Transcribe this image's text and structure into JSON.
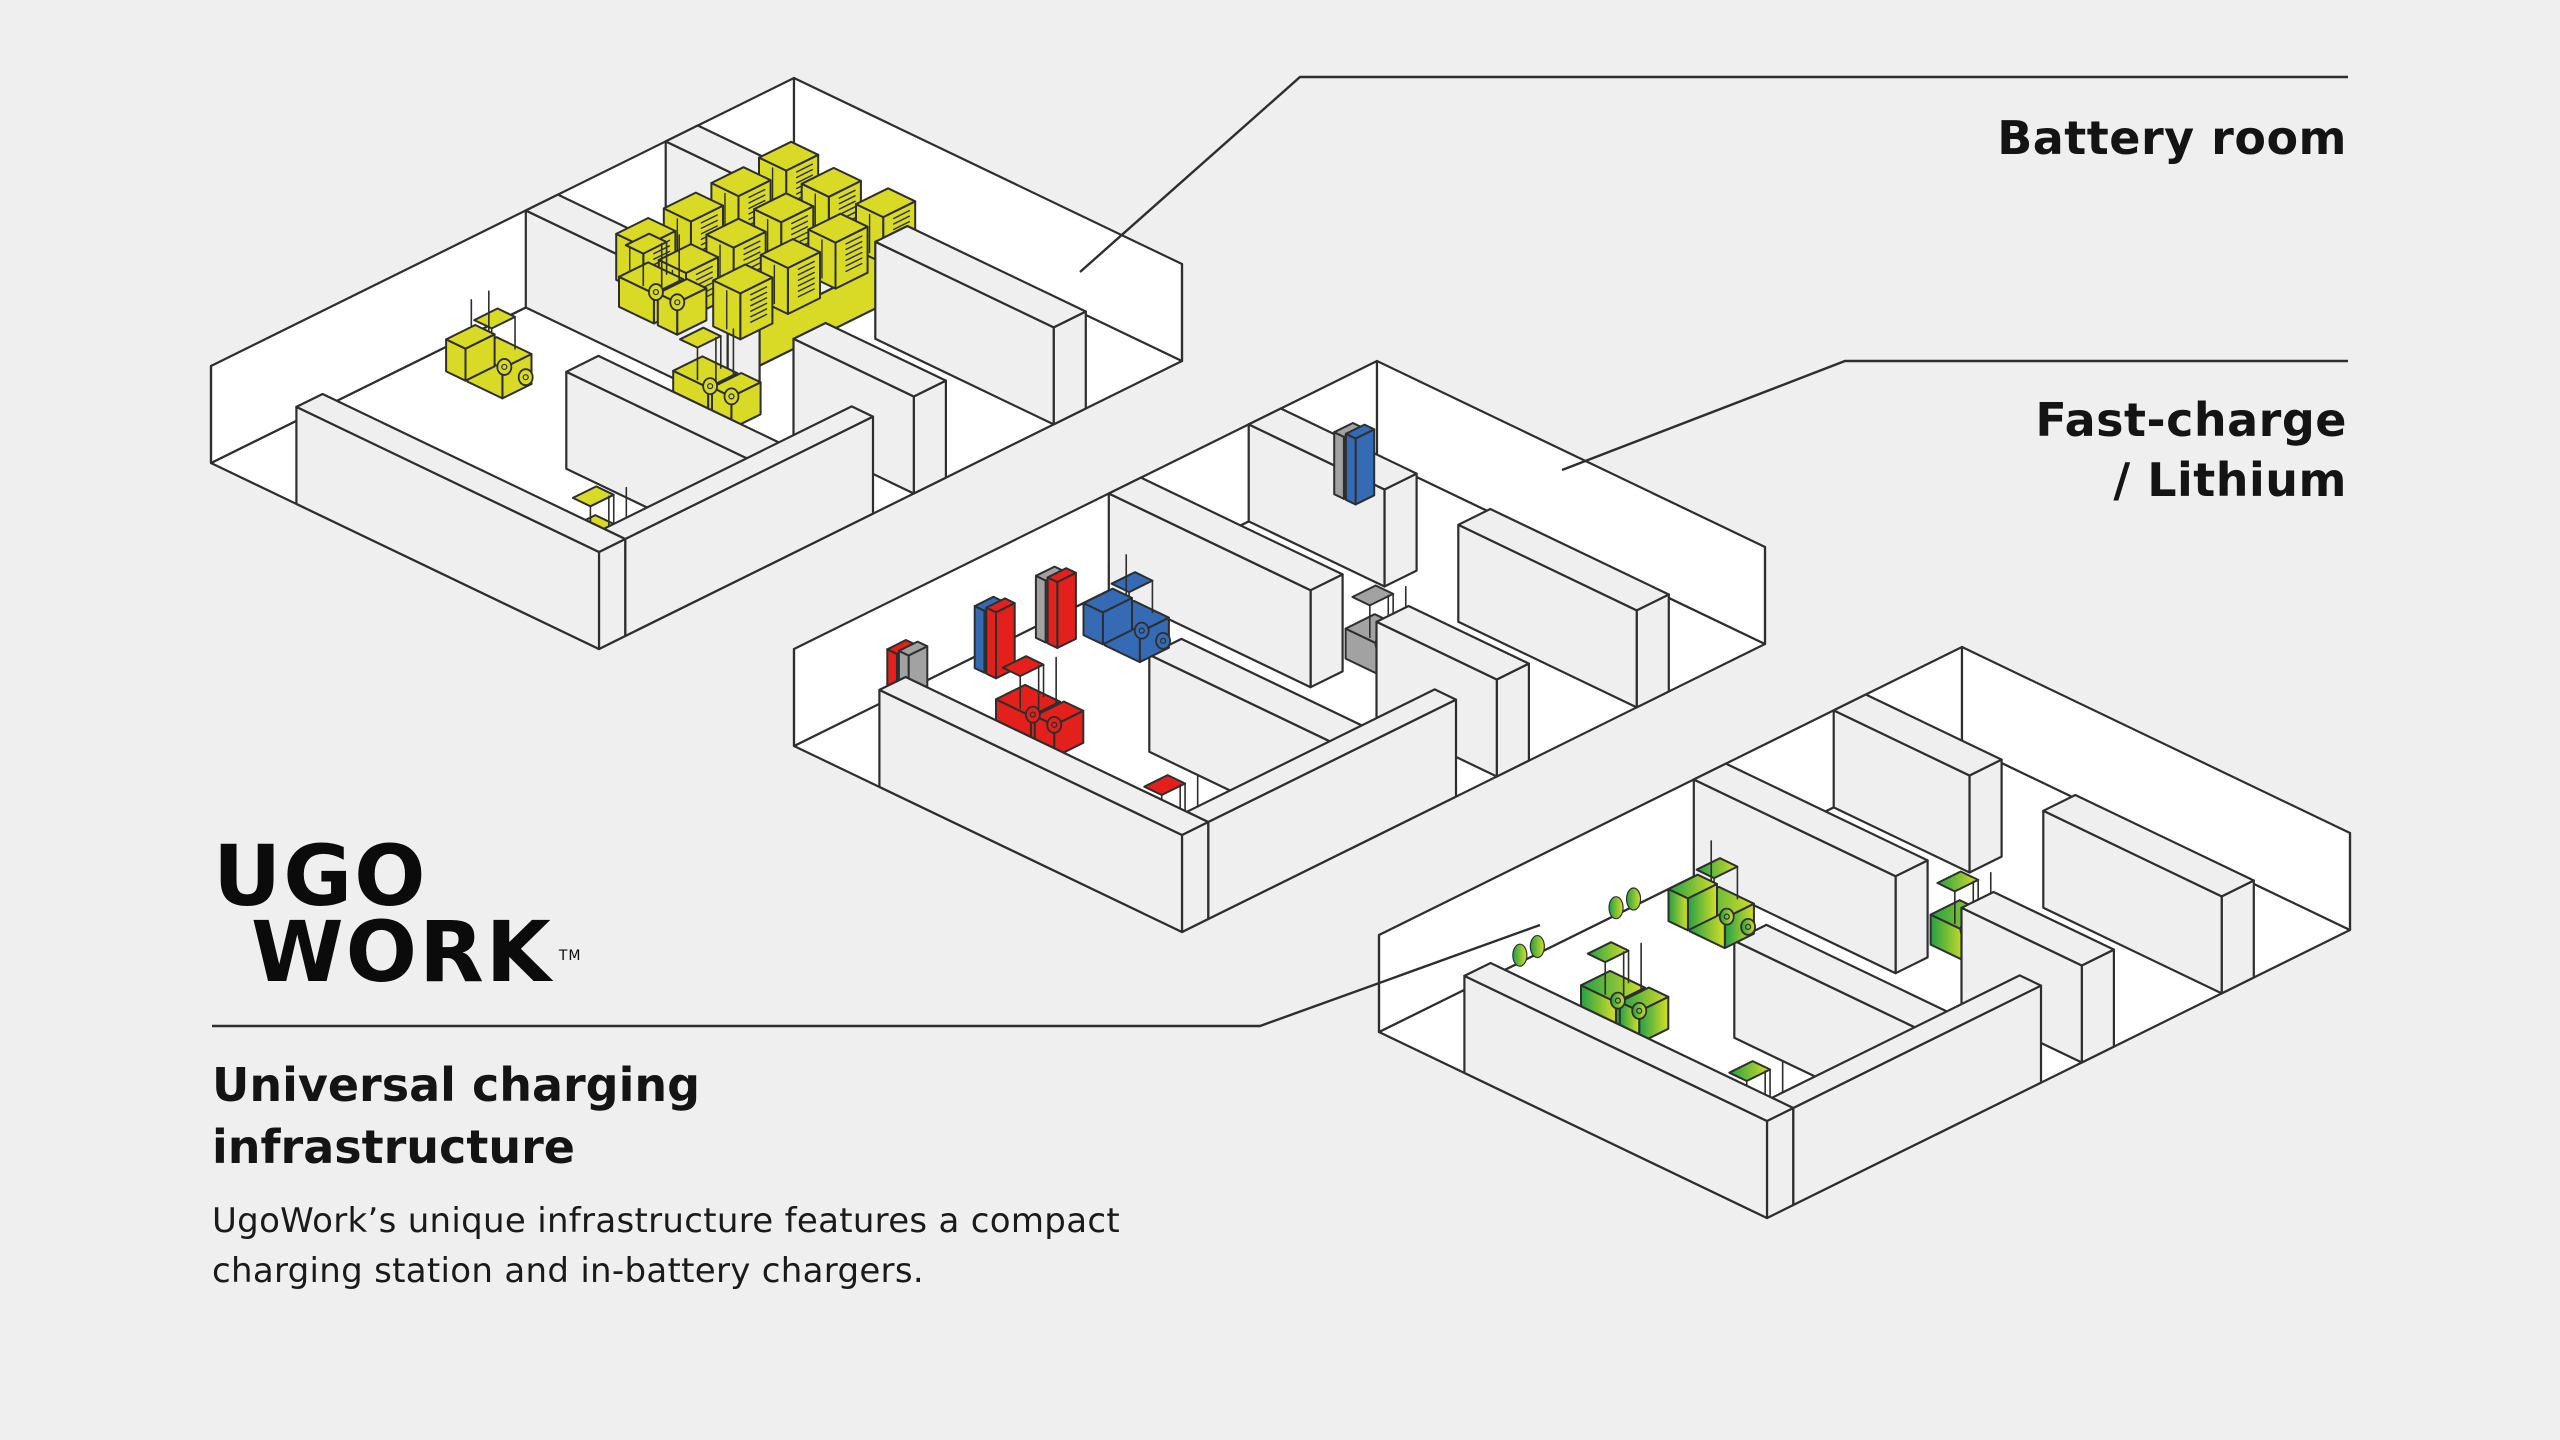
{
  "brand": {
    "logo_line1": "UGO",
    "logo_line2": "WORK",
    "trademark": "TM"
  },
  "callouts": {
    "battery_room": "Battery room",
    "fast_charge_line1": "Fast-charge",
    "fast_charge_line2": "/ Lithium"
  },
  "info": {
    "title": "Universal charging infrastructure",
    "body": "UgoWork’s unique infrastructure features a compact charging station and in-battery chargers."
  },
  "colors": {
    "background": "#efefef",
    "stroke": "#2e2e2e",
    "floor": "#ffffff",
    "wall": "#efefef",
    "battery_yellow": "#d8da25",
    "red": "#e3201b",
    "blue": "#356ab5",
    "gray": "#a2a2a2",
    "green_dark": "#22a046",
    "green_light": "#d6de26"
  },
  "warehouses": [
    {
      "name": "battery-room-warehouse",
      "theme": "battery_yellow",
      "battery_units": 12,
      "forklifts": 4,
      "charging_cabinets": 0,
      "charging_dots": 0
    },
    {
      "name": "fast-charge-lithium-warehouse",
      "theme": "mixed",
      "forklifts": 4,
      "forklift_colors": [
        "blue",
        "red",
        "gray",
        "red"
      ],
      "charging_cabinets": 4,
      "cabinet_pairs": [
        [
          "blue",
          "red"
        ],
        [
          "gray",
          "red"
        ],
        [
          "red",
          "gray"
        ],
        [
          "gray",
          "blue"
        ]
      ]
    },
    {
      "name": "universal-charging-warehouse",
      "theme": "green_gradient",
      "forklifts": 4,
      "charging_dots": 4
    }
  ]
}
